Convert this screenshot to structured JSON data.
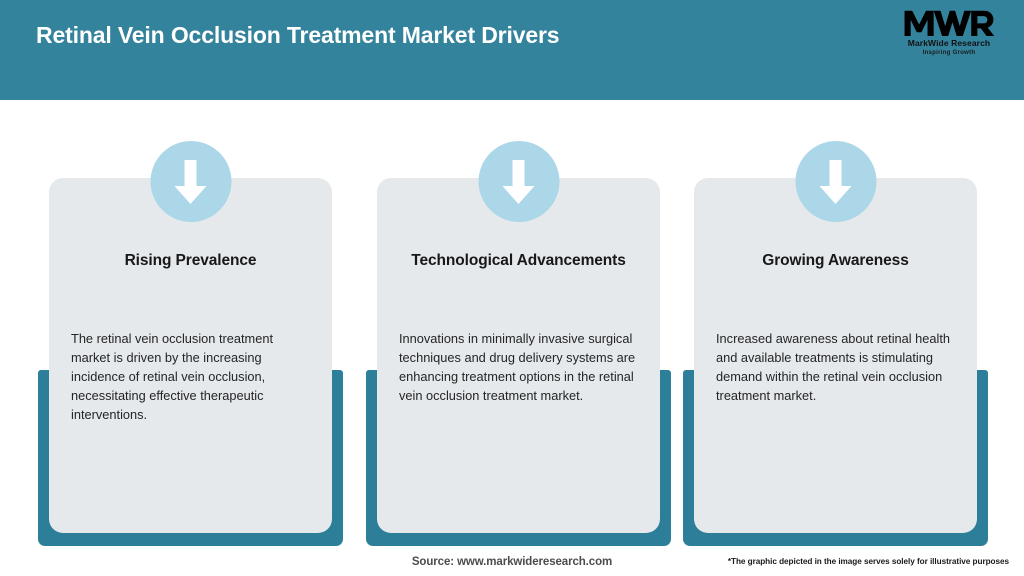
{
  "header": {
    "title": "Retinal Vein Occlusion Treatment Market Drivers",
    "background_color": "#34839c",
    "title_color": "#ffffff"
  },
  "logo": {
    "mark": "MWR",
    "name": "MarkWide Research",
    "tagline": "Inspiring Growth"
  },
  "theme": {
    "teal": "#2d7f99",
    "card_bg": "#e6e9eb",
    "badge_bg": "#abd7e8",
    "arrow_color": "#ffffff"
  },
  "cards": [
    {
      "icon": "arrow-down-icon",
      "title": "Rising Prevalence",
      "body": "The retinal vein occlusion treatment market is driven by the increasing incidence of retinal vein occlusion, necessitating effective therapeutic interventions."
    },
    {
      "icon": "arrow-down-icon",
      "title": "Technological Advancements",
      "body": "Innovations in minimally invasive surgical techniques and drug delivery systems are enhancing treatment options in the retinal vein occlusion treatment market."
    },
    {
      "icon": "arrow-down-icon",
      "title": "Growing Awareness",
      "body": "Increased awareness about retinal health and available treatments is stimulating demand within the retinal vein occlusion treatment market."
    }
  ],
  "footer": {
    "source": "Source: www.markwideresearch.com",
    "disclaimer": "*The graphic depicted in the image serves solely for illustrative purposes"
  }
}
